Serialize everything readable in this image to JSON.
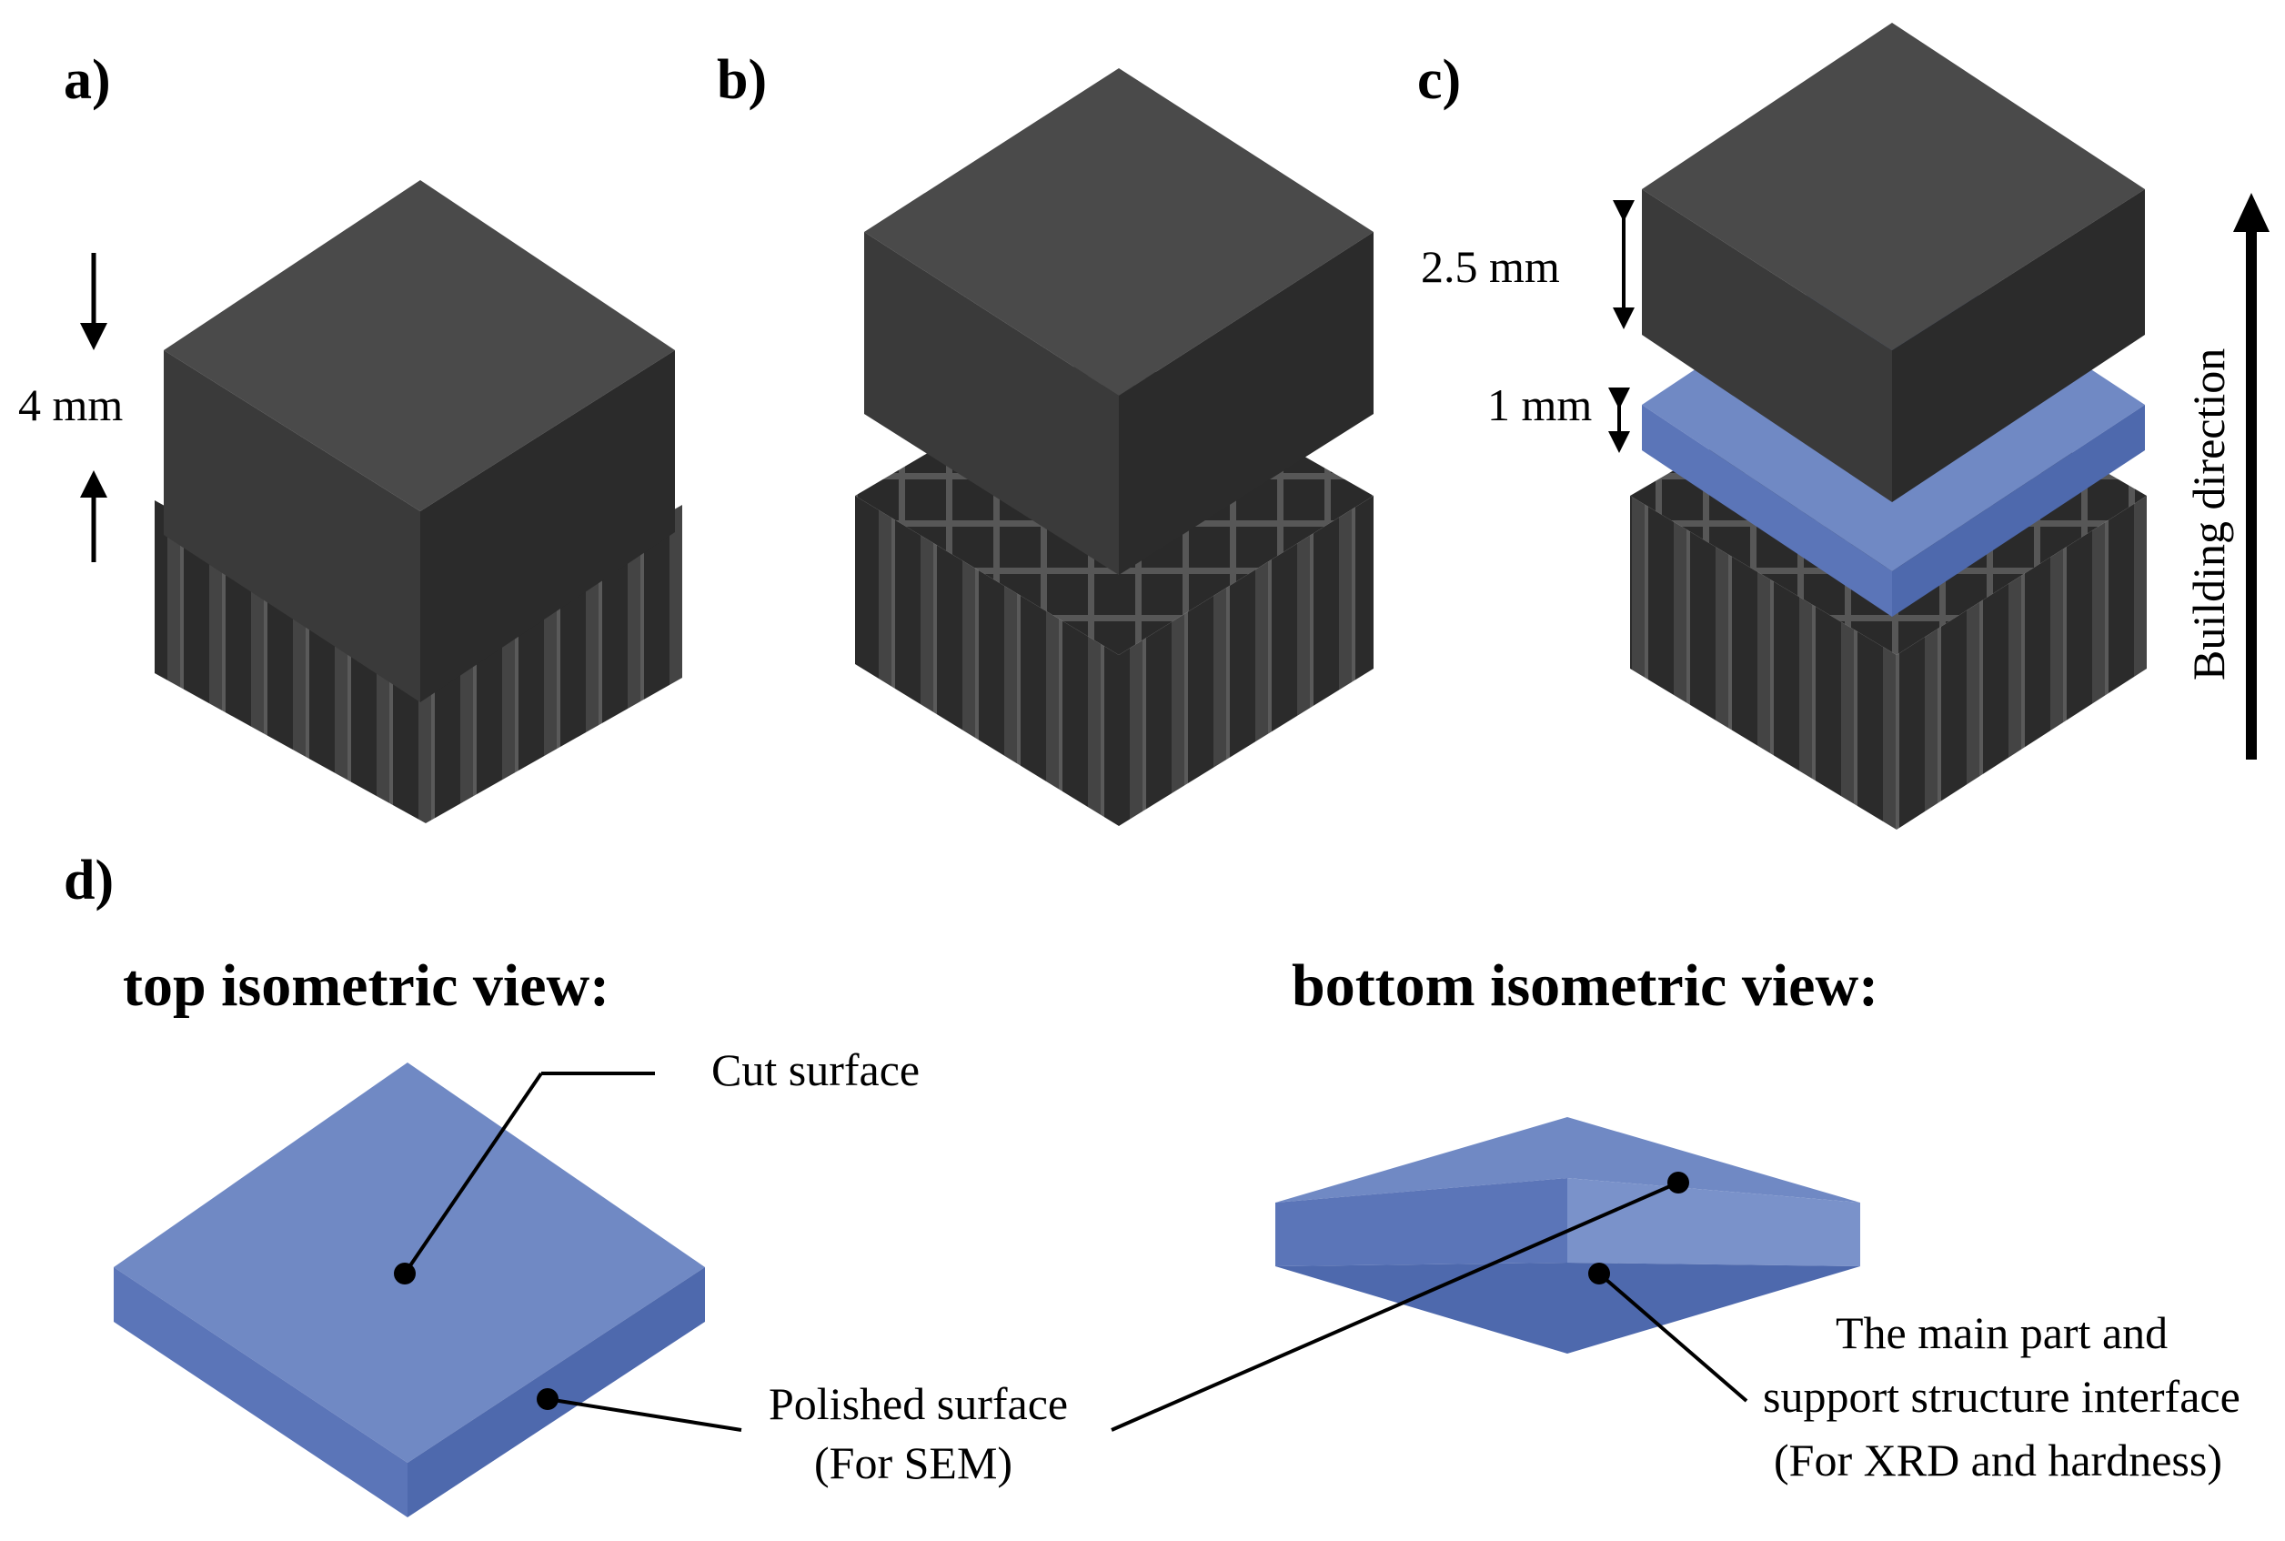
{
  "panels": {
    "a": "a)",
    "b": "b)",
    "c": "c)",
    "d": "d)"
  },
  "dimensions": {
    "support_height": "4 mm",
    "part_height": "2.5 mm",
    "slice_thickness": "1 mm",
    "building_direction": "Building direction"
  },
  "views": {
    "top_title": "top isometric view:",
    "bottom_title": "bottom isometric view:",
    "cut_surface": "Cut surface",
    "polished_line1": "Polished surface",
    "polished_line2": "(For SEM)",
    "interface_line1": "The main part and",
    "interface_line2": "support structure interface",
    "interface_line3": "(For XRD and hardness)"
  },
  "colors": {
    "block_top": "#4a4a4a",
    "block_left": "#3a3a3a",
    "block_right": "#2b2b2b",
    "slice_top": "#7089c4",
    "slice_left": "#5b75b8",
    "slice_right": "#4e69ad",
    "support": "#2f2f2f"
  }
}
